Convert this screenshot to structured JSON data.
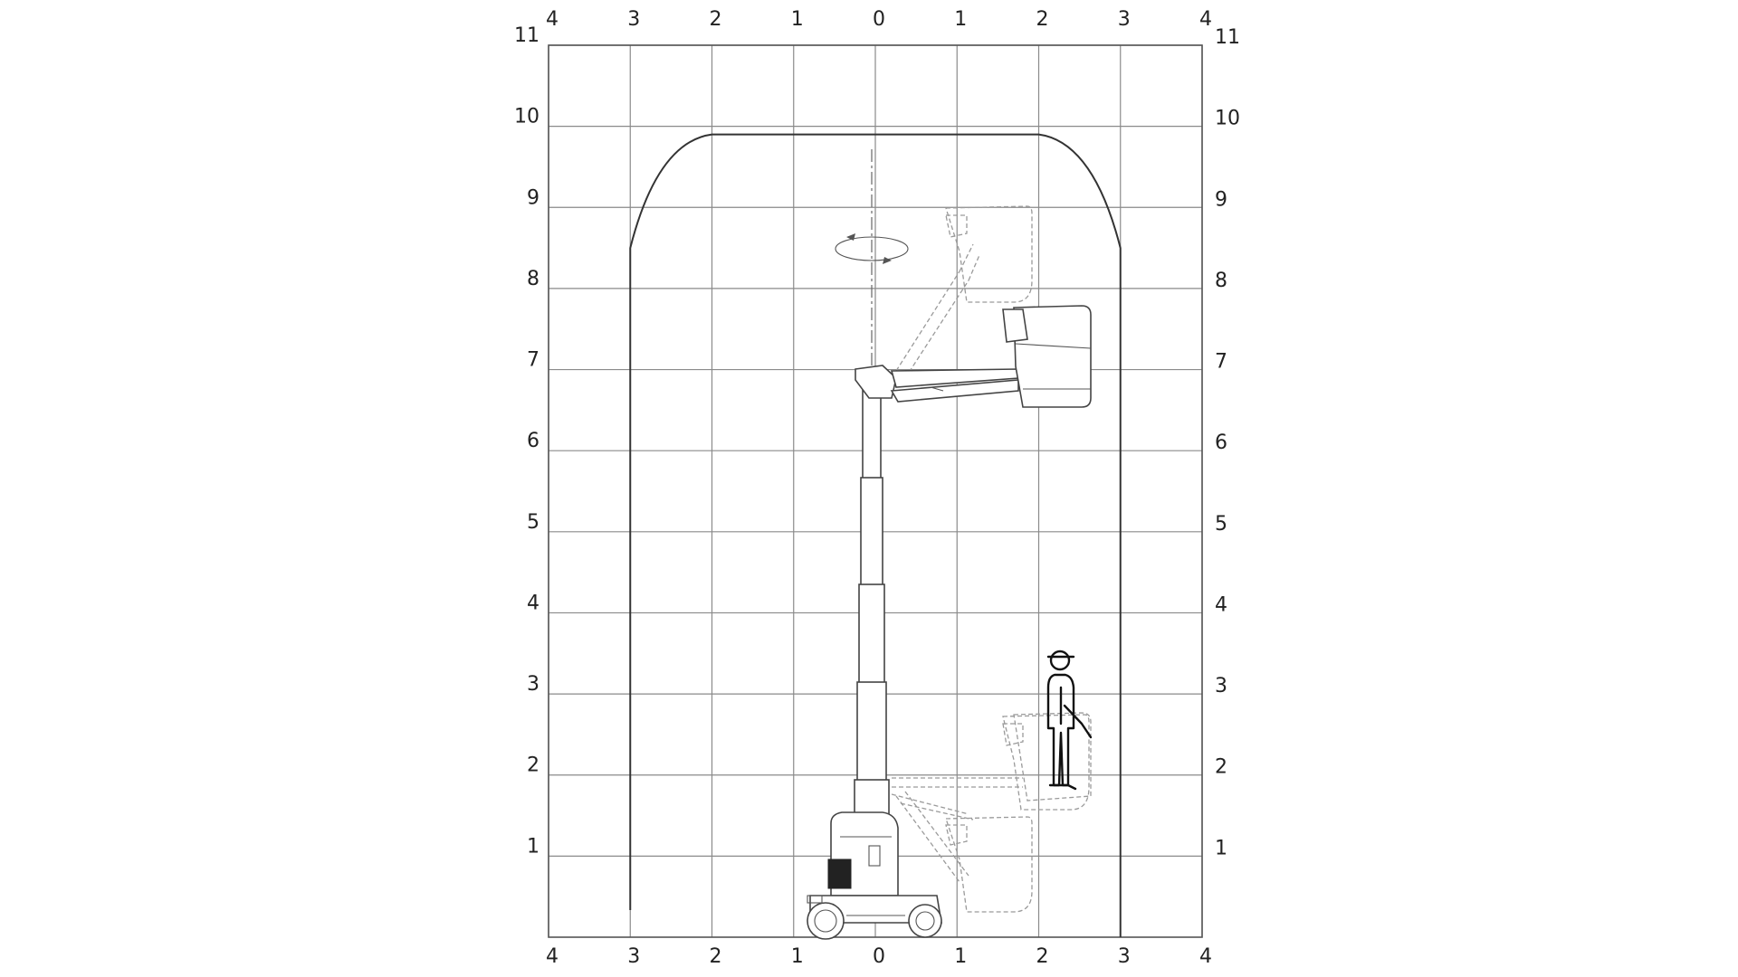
{
  "diagram": {
    "x_ticks_top": [
      "4",
      "3",
      "2",
      "1",
      "0",
      "1",
      "2",
      "3",
      "4"
    ],
    "x_ticks_bottom": [
      "4",
      "3",
      "2",
      "1",
      "0",
      "1",
      "2",
      "3",
      "4"
    ],
    "y_ticks_left": [
      "1",
      "2",
      "3",
      "4",
      "5",
      "6",
      "7",
      "8",
      "9",
      "10",
      "11"
    ],
    "y_ticks_right": [
      "1",
      "2",
      "3",
      "4",
      "5",
      "6",
      "7",
      "8",
      "9",
      "10",
      "11"
    ],
    "x_range": [
      -4,
      4
    ],
    "y_range": [
      0,
      11
    ],
    "working_envelope": {
      "outreach_max": 3,
      "straight_top_half_width": 2,
      "wall_height": 8.5,
      "max_height": 9.9
    },
    "colors": {
      "grid": "#8a8a8a",
      "envelope": "#333333",
      "machine": "#444444",
      "machine_ghost": "#9a9a9a",
      "person": "#111111"
    },
    "icons": [
      "rotation-arrow-icon",
      "operator-figure-icon",
      "aerial-work-platform-icon"
    ]
  }
}
